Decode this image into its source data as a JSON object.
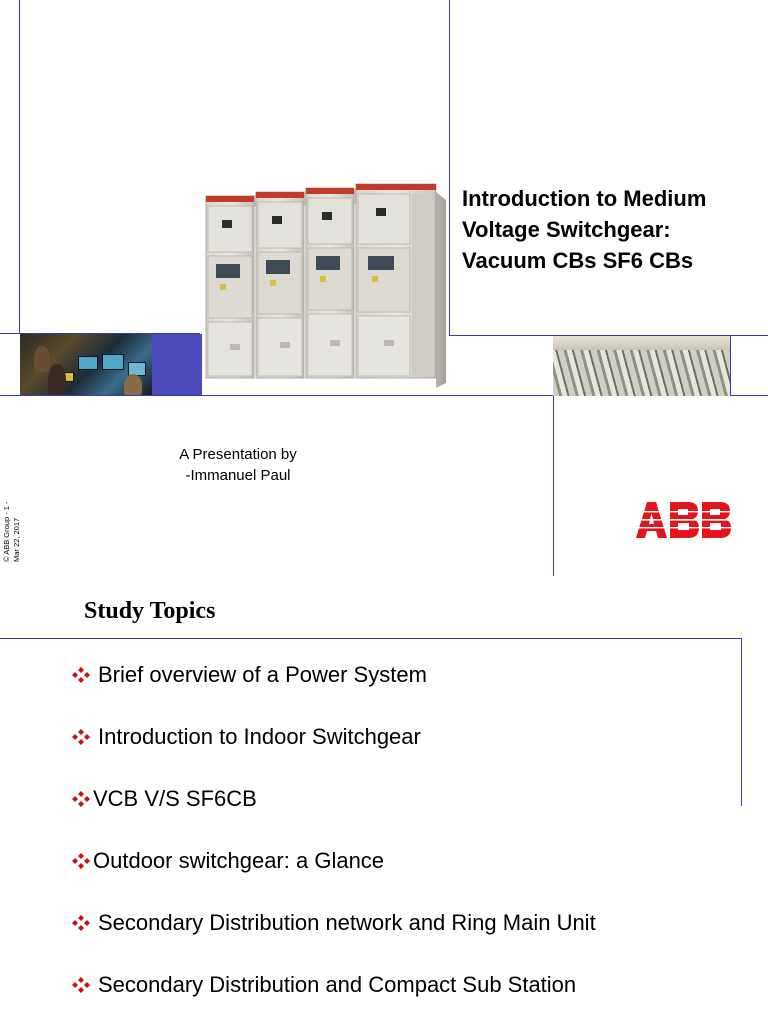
{
  "slide1": {
    "title_lines": [
      "Introduction to Medium",
      "Voltage Switchgear:",
      "Vacuum CBs SF6 CBs"
    ],
    "presenter_lines": [
      "A Presentation by",
      "-Immanuel Paul"
    ],
    "logo_text": "ABB",
    "footer": {
      "copyright": "© ABB Group - 1 -",
      "date": "Mar 22, 2017"
    },
    "colors": {
      "frame_line": "#3a3aa0",
      "logo_red": "#e3141b",
      "accent_block": "#4b4bbd"
    }
  },
  "slide2": {
    "heading": "Study Topics",
    "bullet_icon": "four-diamond-bullet-icon",
    "bullet_color": "#cc1111",
    "topics": [
      " Brief overview of a Power System",
      " Introduction to Indoor Switchgear",
      "VCB V/S SF6CB",
      "Outdoor switchgear: a Glance",
      " Secondary Distribution network and Ring Main Unit",
      " Secondary Distribution and Compact Sub Station"
    ]
  }
}
